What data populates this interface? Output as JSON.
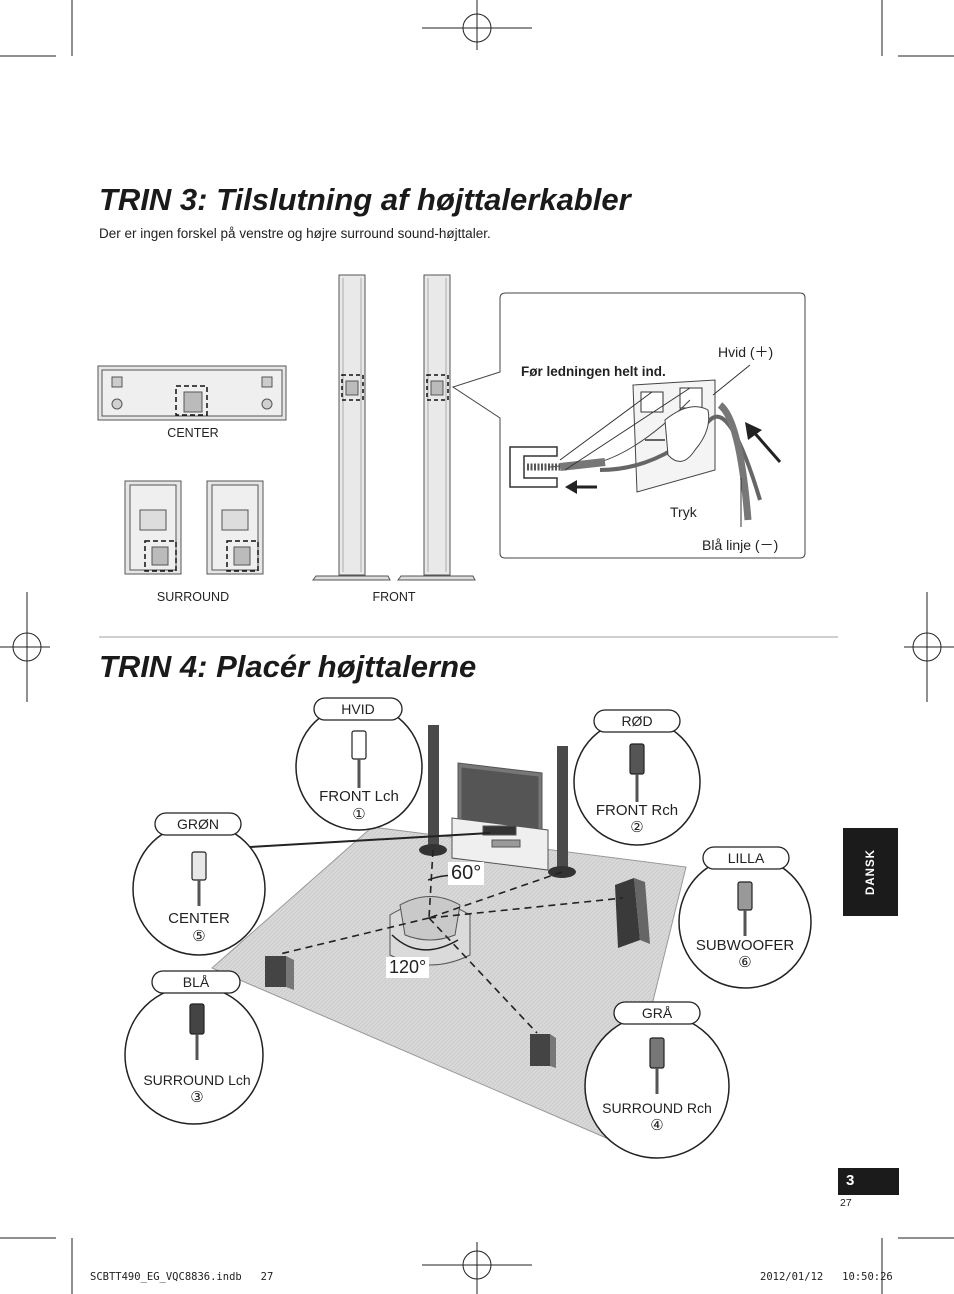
{
  "step3": {
    "title": "TRIN 3: Tilslutning af højttalerkabler",
    "subtitle": "Der er ingen forskel på venstre og højre surround sound-højttaler.",
    "captions": {
      "center": "CENTER",
      "surround": "SURROUND",
      "front": "FRONT"
    },
    "detail": {
      "instruction": "Før ledningen helt ind.",
      "white_plus": "Hvid (＋)",
      "push": "Tryk",
      "blue_line_minus": "Blå linje (－)"
    }
  },
  "step4": {
    "title": "TRIN 4: Placér højttalerne",
    "angle_front": "60°",
    "angle_surround": "120°",
    "callouts": [
      {
        "color": "HVID",
        "name": "FRONT Lch",
        "num": "①"
      },
      {
        "color": "RØD",
        "name": "FRONT Rch",
        "num": "②"
      },
      {
        "color": "GRØN",
        "name": "CENTER",
        "num": "⑤"
      },
      {
        "color": "LILLA",
        "name": "SUBWOOFER",
        "num": "⑥"
      },
      {
        "color": "BLÅ",
        "name": "SURROUND Lch",
        "num": "③"
      },
      {
        "color": "GRÅ",
        "name": "SURROUND Rch",
        "num": "④"
      }
    ]
  },
  "side_tab": "DANSK",
  "page": {
    "section_number": "3",
    "page_number": "27"
  },
  "footer": {
    "file": "SCBTT490_EG_VQC8836.indb   27",
    "timestamp": "2012/01/12   10:50:26"
  }
}
